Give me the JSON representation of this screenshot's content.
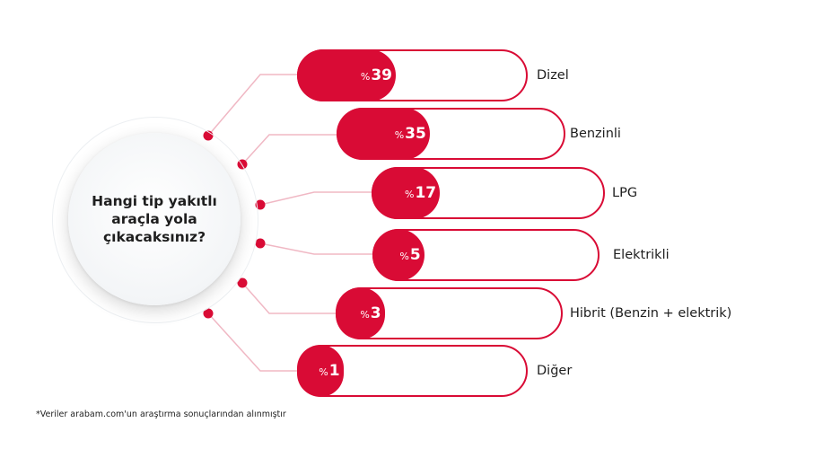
{
  "question": "Hangi tip yakıtlı araçla yola çıkacaksınız?",
  "footnote": "*Veriler arabam.com'un araştırma sonuçlarından alınmıştır",
  "colors": {
    "accent": "#d90b35",
    "connector": "#f0b8c4",
    "dot": "#d90b35"
  },
  "chart_data": {
    "type": "bar",
    "orientation": "horizontal",
    "categories": [
      "Dizel",
      "Benzinli",
      "LPG",
      "Elektrikli",
      "Hibrit (Benzin + elektrik)",
      "Diğer"
    ],
    "values": [
      39,
      35,
      17,
      5,
      3,
      1
    ],
    "value_prefix": "%",
    "value_labels": [
      "39",
      "35",
      "17",
      "5",
      "3",
      "1"
    ],
    "unit": "%"
  }
}
